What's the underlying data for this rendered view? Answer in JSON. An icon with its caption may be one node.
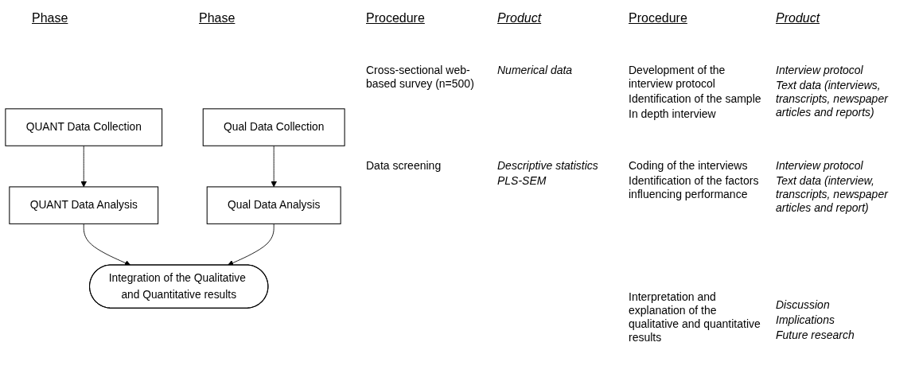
{
  "diagram": {
    "nodes": [
      {
        "text": [
          "QUANT Data Collection"
        ]
      },
      {
        "text": [
          "QUANT Data Analysis"
        ]
      },
      {
        "text": [
          "Qual Data Collection"
        ]
      },
      {
        "text": [
          "Qual Data Analysis"
        ]
      },
      {
        "text": [
          "Integration of the Qualitative and Quantitative results"
        ]
      }
    ],
    "edges": [
      {
        "from": 0,
        "to": 1,
        "arrow": "to"
      },
      {
        "from": 2,
        "to": 3,
        "arrow": "to"
      },
      {
        "from": 1,
        "to": 4,
        "arrow": "to"
      },
      {
        "from": 3,
        "to": 4,
        "arrow": "to"
      }
    ],
    "labels": [
      "Phase",
      "Phase",
      "Procedure",
      "Product",
      "Procedure",
      "Product",
      "Cross-sectional web-based survey (n=500)",
      "Numerical data",
      "Development of the interview protocol",
      "Identification of the sample",
      "In depth interview",
      "Interview protocol",
      "Text data (interviews, transcripts, newspaper articles and reports)",
      "Data screening",
      "Descriptive statistics",
      "PLS-SEM",
      "Coding of the interviews",
      "Identification of the factors influencing performance",
      "Interview protocol",
      "Text data (interview, transcripts, newspaper articles and report)",
      "Interpretation and explanation of the qualitative and quantitative results",
      "Discussion",
      "Implications",
      "Future research"
    ]
  }
}
